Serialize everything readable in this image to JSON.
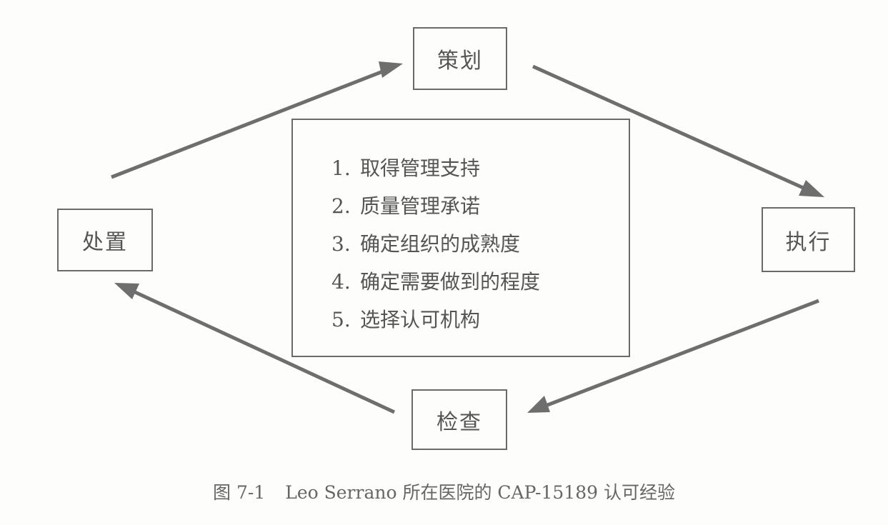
{
  "cycle": {
    "plan": "策划",
    "do": "执行",
    "check": "检查",
    "act": "处置"
  },
  "steps": [
    {
      "num": "1.",
      "text": "取得管理支持"
    },
    {
      "num": "2.",
      "text": "质量管理承诺"
    },
    {
      "num": "3.",
      "text": "确定组织的成熟度"
    },
    {
      "num": "4.",
      "text": "确定需要做到的程度"
    },
    {
      "num": "5.",
      "text": "选择认可机构"
    }
  ],
  "caption": {
    "label": "图 7-1",
    "text": "Leo Serrano 所在医院的 CAP-15189 认可经验"
  },
  "colors": {
    "arrow": "#6e6e6e",
    "border": "#6a6a6a",
    "text": "#555555"
  }
}
